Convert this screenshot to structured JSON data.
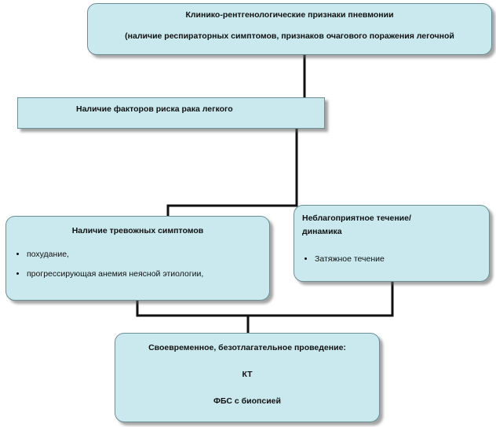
{
  "boxes": {
    "clinical": {
      "title": "Клинико-рентгенологические признаки пневмонии",
      "subtitle": "(наличие респираторных симптомов, признаков очагового поражения легочной"
    },
    "risk": {
      "title": "Наличие факторов риска рака легкого"
    },
    "alarm": {
      "title": "Наличие  тревожных симптомов",
      "items": [
        "похудание,",
        "прогрессирующая анемия неясной этиологии,"
      ]
    },
    "course": {
      "title": "Неблагоприятное течение/динамика",
      "items": [
        "Затяжное течение"
      ]
    },
    "action": {
      "title": "Своевременное, безотлагательное проведение:",
      "line1": "КТ",
      "line2": "ФБС с биопсией"
    }
  },
  "colors": {
    "box_fill": "#c9e9ee",
    "box_border": "#6a8f95",
    "connector": "#111111"
  }
}
